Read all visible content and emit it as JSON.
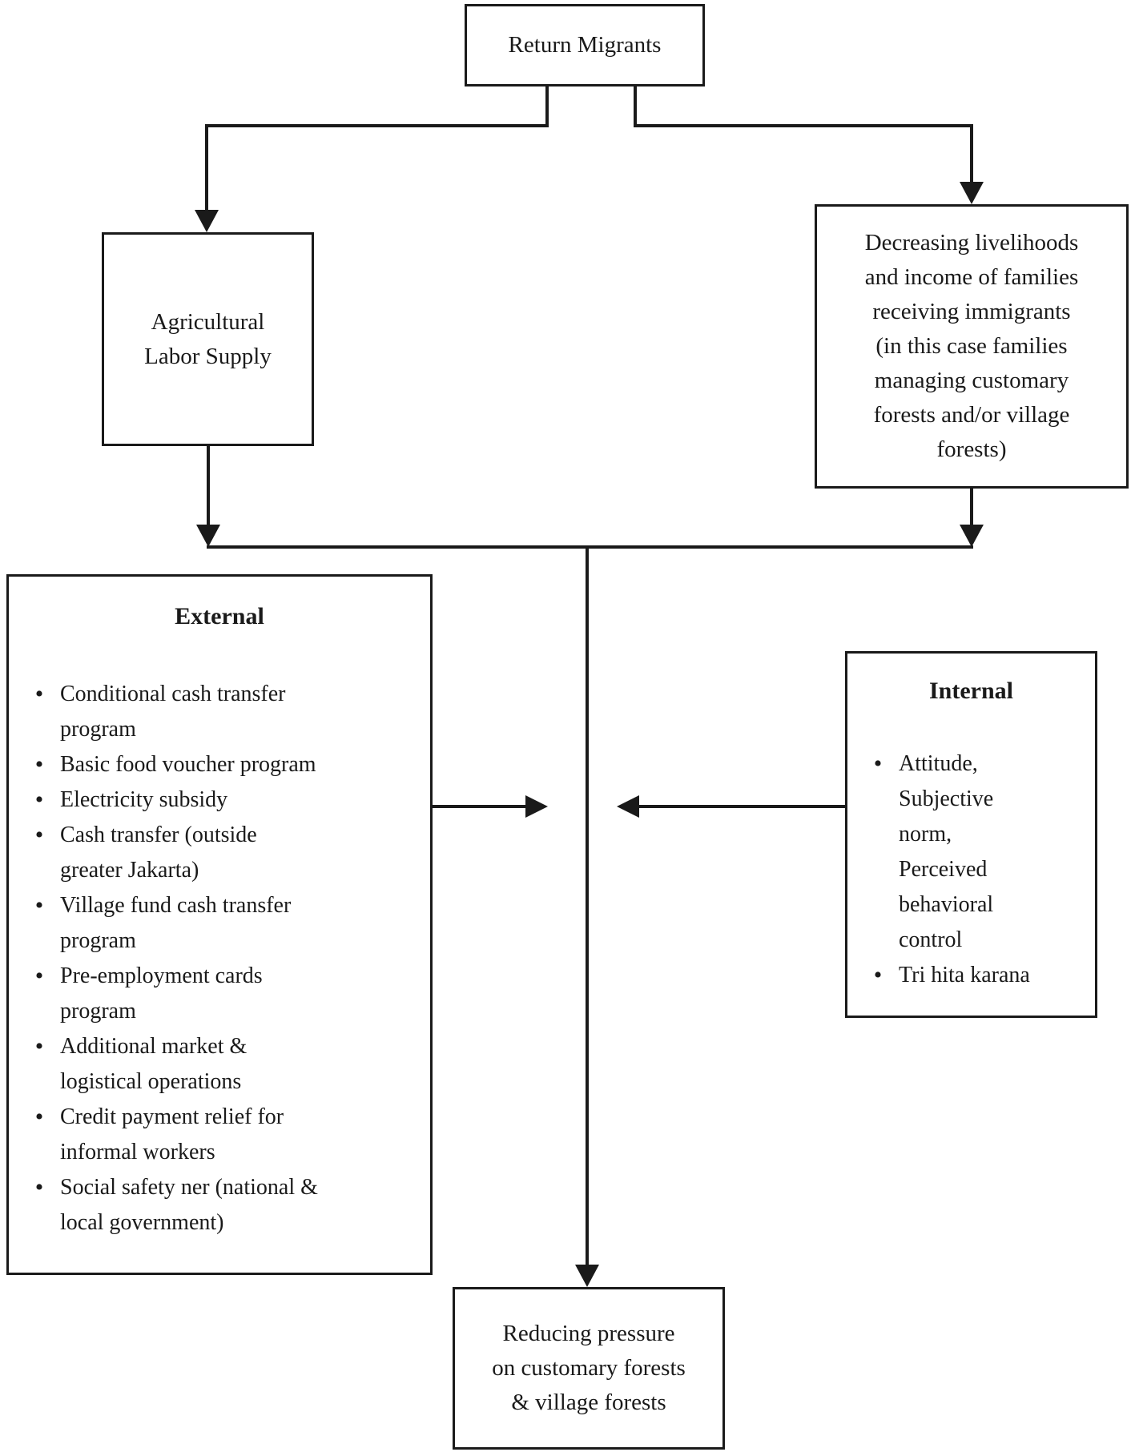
{
  "nodes": {
    "return_migrants": {
      "label": "Return Migrants"
    },
    "agricultural_labor_supply": {
      "label": "Agricultural\nLabor Supply"
    },
    "decreasing_livelihoods": {
      "label": "Decreasing livelihoods\nand income of families\nreceiving immigrants\n(in this case families\nmanaging customary\nforests and/or village\nforests)"
    },
    "external": {
      "title": "External",
      "items": [
        "Conditional cash transfer\nprogram",
        "Basic food voucher program",
        "Electricity subsidy",
        "Cash transfer (outside\ngreater Jakarta)",
        "Village fund cash transfer\nprogram",
        "Pre-employment cards\nprogram",
        "Additional market &\nlogistical operations",
        "Credit payment relief for\ninformal workers",
        "Social safety ner  (national &\nlocal government)"
      ]
    },
    "internal": {
      "title": "Internal",
      "items": [
        "Attitude,\nSubjective\nnorm,\nPerceived\nbehavioral\ncontrol",
        "Tri hita karana"
      ]
    },
    "reducing_pressure": {
      "label": "Reducing pressure\non customary forests\n& village forests"
    }
  },
  "colors": {
    "ink": "#1a1a1a",
    "background": "#ffffff"
  }
}
